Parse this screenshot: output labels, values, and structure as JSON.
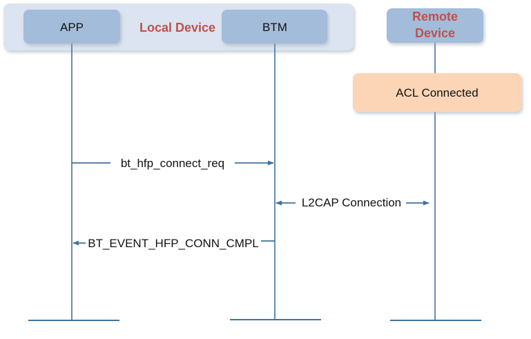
{
  "diagram": {
    "group_label": "Local Device",
    "participants": [
      {
        "id": "app",
        "label": "APP"
      },
      {
        "id": "btm",
        "label": "BTM"
      },
      {
        "id": "remote",
        "label_lines": [
          "Remote",
          "Device"
        ]
      }
    ],
    "state_note": {
      "on": "remote",
      "label": "ACL Connected"
    },
    "messages": [
      {
        "from": "app",
        "to": "btm",
        "label": "bt_hfp_connect_req",
        "direction": "right"
      },
      {
        "from": "btm",
        "to": "remote",
        "label": "L2CAP Connection",
        "direction": "both"
      },
      {
        "from": "btm",
        "to": "app",
        "label": "BT_EVENT_HFP_CONN_CMPL",
        "direction": "left"
      }
    ],
    "colors": {
      "group_bg": "#dbe4f0",
      "participant_box": "#a3bcd9",
      "lifeline": "#41719c",
      "group_label": "#c0504d",
      "note_bg": "#fbd5b5",
      "arrow": "#41719c"
    }
  }
}
